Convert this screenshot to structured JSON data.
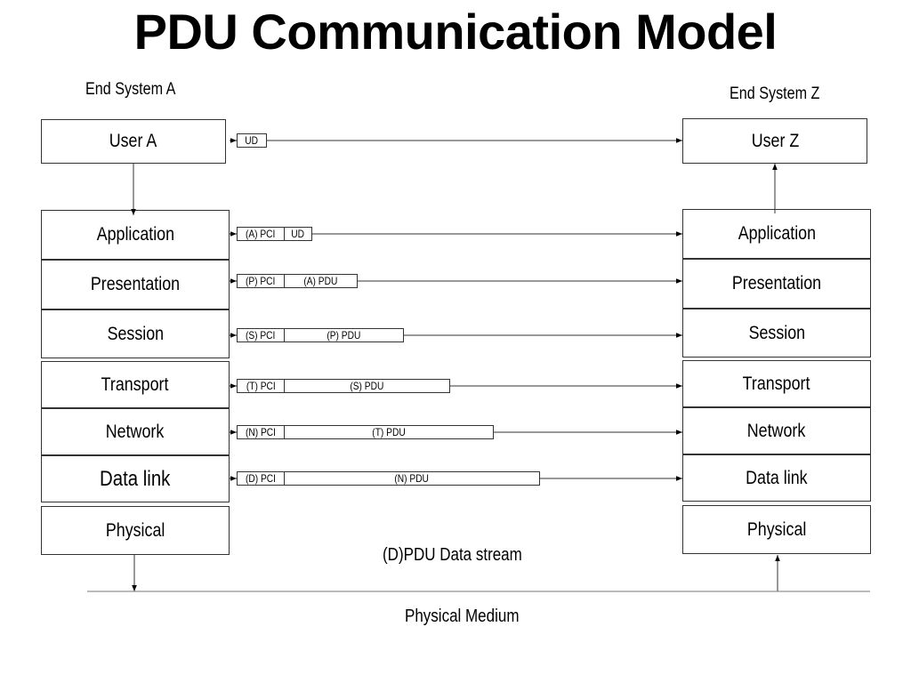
{
  "title": "PDU Communication Model",
  "system_a": {
    "label": "End System A",
    "user": "User A",
    "layers": [
      "Application",
      "Presentation",
      "Session",
      "Transport",
      "Network",
      "Data link",
      "Physical"
    ]
  },
  "system_z": {
    "label": "End System Z",
    "user": "User Z",
    "layers": [
      "Application",
      "Presentation",
      "Session",
      "Transport",
      "Network",
      "Data link",
      "Physical"
    ]
  },
  "units": [
    {
      "pci": "",
      "payload": "UD"
    },
    {
      "pci": "(A) PCI",
      "payload": "UD"
    },
    {
      "pci": "(P) PCI",
      "payload": "(A) PDU"
    },
    {
      "pci": "(S) PCI",
      "payload": "(P) PDU"
    },
    {
      "pci": "(T) PCI",
      "payload": "(S) PDU"
    },
    {
      "pci": "(N) PCI",
      "payload": "(T) PDU"
    },
    {
      "pci": "(D) PCI",
      "payload": "(N) PDU"
    }
  ],
  "data_stream": "(D)PDU  Data stream",
  "medium": "Physical Medium"
}
